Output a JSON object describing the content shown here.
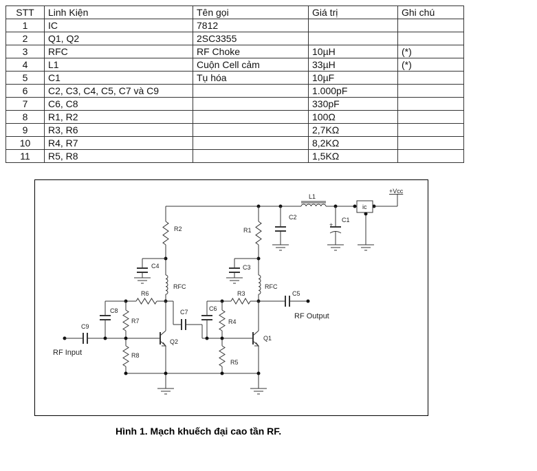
{
  "table": {
    "headers": [
      "STT",
      "Linh Kiện",
      "Tên gọi",
      "Giá trị",
      "Ghi chú"
    ],
    "rows": [
      [
        "1",
        "IC",
        "7812",
        "",
        ""
      ],
      [
        "2",
        "Q1, Q2",
        "2SC3355",
        "",
        ""
      ],
      [
        "3",
        "RFC",
        "RF Choke",
        "10µH",
        "(*)"
      ],
      [
        "4",
        "L1",
        "Cuộn Cell cảm",
        "33µH",
        "(*)"
      ],
      [
        "5",
        "C1",
        "Tụ hóa",
        "10µF",
        ""
      ],
      [
        "6",
        "C2, C3, C4, C5, C7 và C9",
        "",
        "1.000pF",
        ""
      ],
      [
        "7",
        "C6, C8",
        "",
        "330pF",
        ""
      ],
      [
        "8",
        "R1, R2",
        "",
        "100Ω",
        ""
      ],
      [
        "9",
        "R3, R6",
        "",
        "2,7KΩ",
        ""
      ],
      [
        "10",
        "R4, R7",
        "",
        "8,2KΩ",
        ""
      ],
      [
        "11",
        "R5, R8",
        "",
        "1,5KΩ",
        ""
      ]
    ]
  },
  "schematic": {
    "labels": {
      "vcc": "+Vcc",
      "ic": "ic",
      "L1": "L1",
      "C1": "C1",
      "C1_plus": "+",
      "C2": "C2",
      "R1": "R1",
      "R2": "R2",
      "C3": "C3",
      "C4": "C4",
      "RFC_left": "RFC",
      "RFC_right": "RFC",
      "R3": "R3",
      "R6": "R6",
      "C5": "C5",
      "C6": "C6",
      "C7": "C7",
      "C8": "C8",
      "C9": "C9",
      "R4": "R4",
      "R5": "R5",
      "R7": "R7",
      "R8": "R8",
      "Q1": "Q1",
      "Q2": "Q2",
      "rf_input": "RF Input",
      "rf_output": "RF Output"
    }
  },
  "caption": "Hình 1.  Mạch khuếch đại cao tần RF."
}
